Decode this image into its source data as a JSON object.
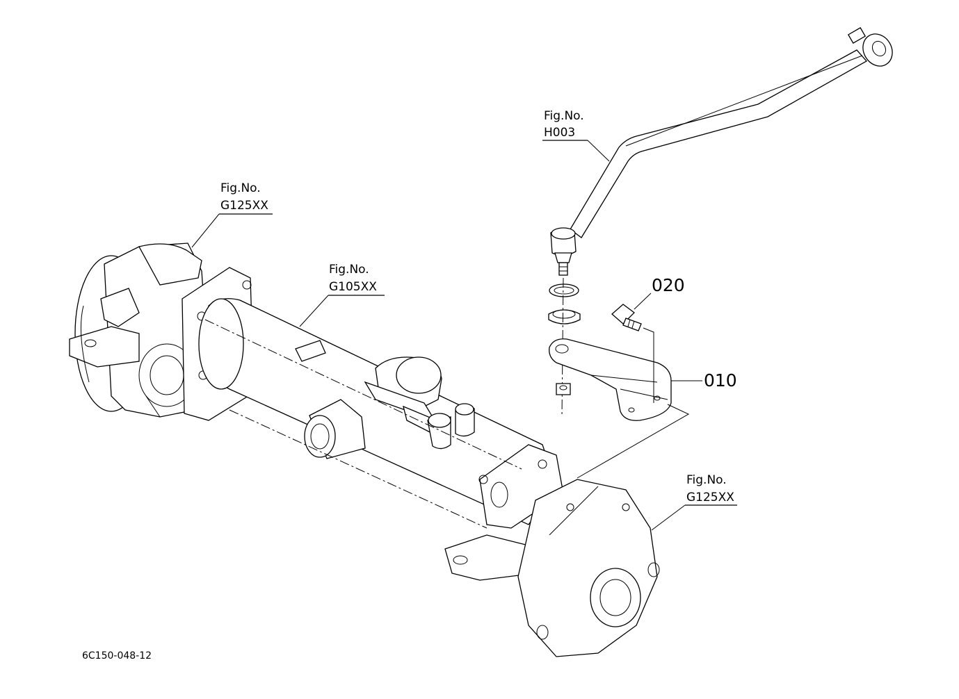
{
  "diagram": {
    "callouts": [
      {
        "id": "h003",
        "line1": "Fig.No.",
        "line2": "H003"
      },
      {
        "id": "g125-left",
        "line1": "Fig.No.",
        "line2": "G125XX"
      },
      {
        "id": "g105",
        "line1": "Fig.No.",
        "line2": "G105XX"
      },
      {
        "id": "g125-right",
        "line1": "Fig.No.",
        "line2": "G125XX"
      }
    ],
    "parts": [
      {
        "id": "020",
        "number": "020"
      },
      {
        "id": "010",
        "number": "010"
      }
    ],
    "drawing_code": "6C150-048-12"
  }
}
